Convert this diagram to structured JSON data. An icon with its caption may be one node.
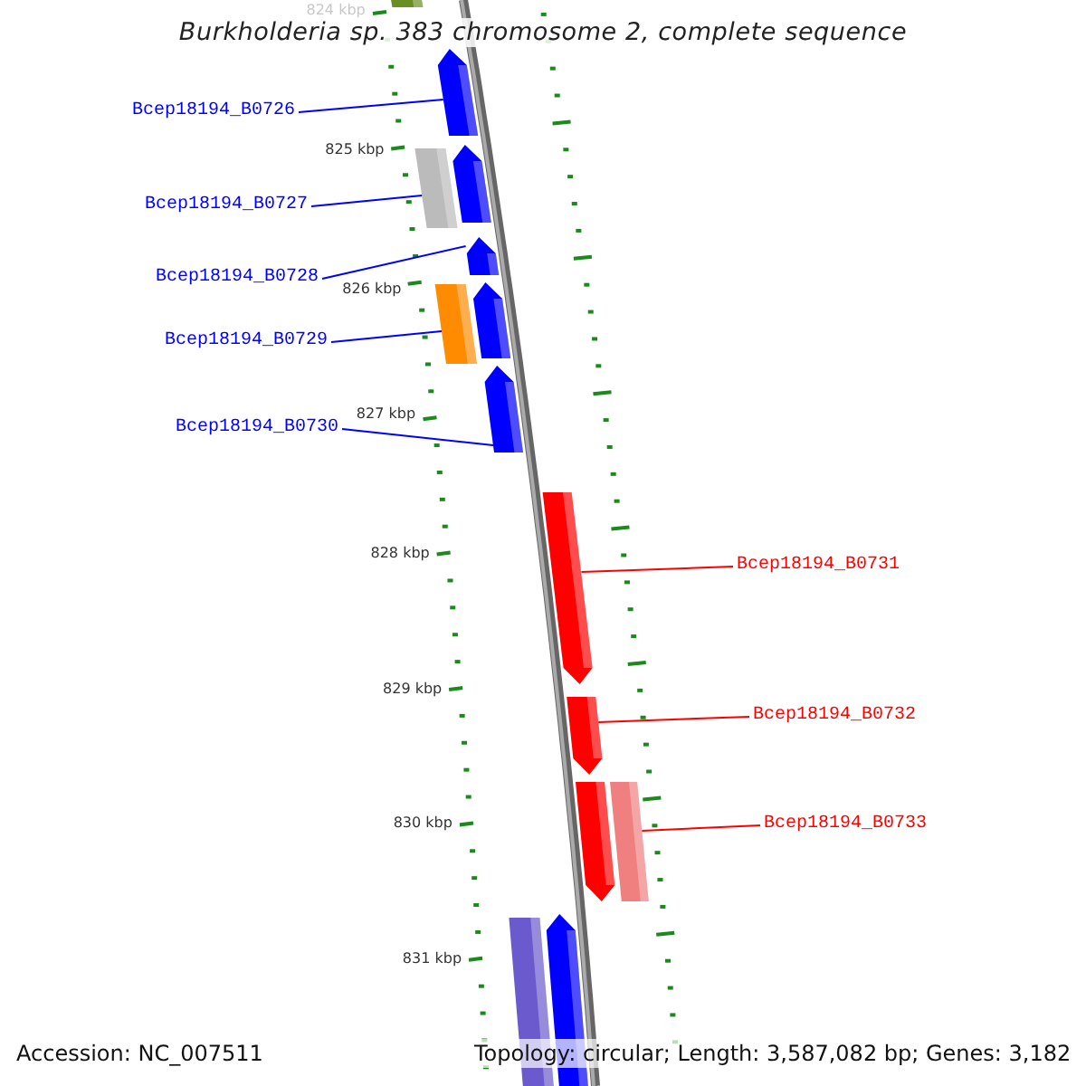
{
  "diagram": {
    "title": "Burkholderia sp. 383 chromosome 2, complete sequence",
    "nodes": [
      {
        "text": [
          "Bcep18194_B0726"
        ]
      },
      {
        "text": [
          "Bcep18194_B0727"
        ]
      },
      {
        "text": [
          "Bcep18194_B0728"
        ]
      },
      {
        "text": [
          "Bcep18194_B0729"
        ]
      },
      {
        "text": [
          "Bcep18194_B0730"
        ]
      },
      {
        "text": [
          "Bcep18194_B0731"
        ]
      },
      {
        "text": [
          "Bcep18194_B0732"
        ]
      },
      {
        "text": [
          "Bcep18194_B0733"
        ]
      },
      {
        "text": [],
        "shape": "bar"
      },
      {
        "text": [],
        "shape": "bar"
      },
      {
        "text": [],
        "shape": "bar"
      },
      {
        "text": [],
        "shape": "bar"
      },
      {
        "text": [],
        "shape": "bar"
      },
      {
        "text": [],
        "shape": "bar"
      },
      {
        "text": [],
        "shape": "bar"
      },
      {
        "text": [],
        "shape": "bar"
      },
      {
        "text": [],
        "shape": "bar"
      },
      {
        "text": [],
        "shape": "bar"
      },
      {
        "text": [],
        "shape": "bar"
      },
      {
        "text": [],
        "shape": "bar"
      },
      {
        "text": [],
        "shape": "bar"
      },
      {
        "text": [],
        "shape": "bar"
      }
    ],
    "edges": [
      {
        "from": 0,
        "to": 9,
        "arrow": "none"
      },
      {
        "from": 1,
        "to": 11,
        "arrow": "none"
      },
      {
        "from": 2,
        "to": 12,
        "arrow": "none"
      },
      {
        "from": 3,
        "to": 14,
        "arrow": "none"
      },
      {
        "from": 4,
        "to": 15,
        "arrow": "none"
      },
      {
        "from": 5,
        "to": 16,
        "arrow": "none",
        "color": "#ff0000"
      },
      {
        "from": 6,
        "to": 17,
        "arrow": "none",
        "color": "#ff0000"
      },
      {
        "from": 7,
        "to": 19,
        "arrow": "none",
        "color": "#ff0000"
      }
    ],
    "labels": [
      "824 kbp",
      "825 kbp",
      "826 kbp",
      "827 kbp",
      "828 kbp",
      "829 kbp",
      "830 kbp",
      "831 kbp",
      "Accession: NC_007511",
      "Topology: circular; Length: 3,587,082 bp; Genes: 3,182"
    ]
  }
}
